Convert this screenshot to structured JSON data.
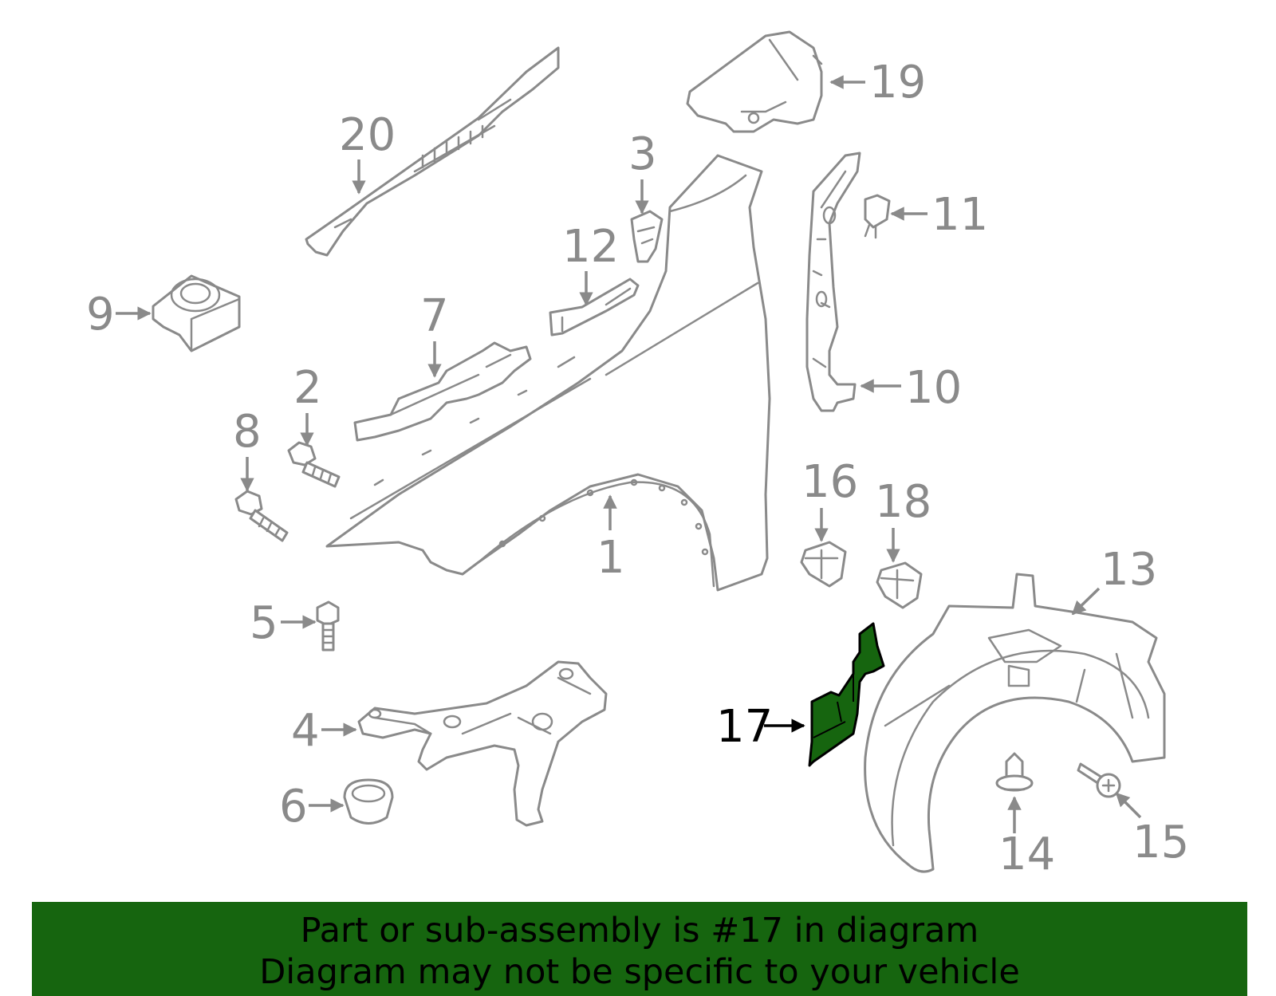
{
  "diagram": {
    "highlight_color": "#16650f",
    "line_color": "#8a8a8a",
    "highlighted_part": "17",
    "callouts": {
      "c1": "1",
      "c2": "2",
      "c3": "3",
      "c4": "4",
      "c5": "5",
      "c6": "6",
      "c7": "7",
      "c8": "8",
      "c9": "9",
      "c10": "10",
      "c11": "11",
      "c12": "12",
      "c13": "13",
      "c14": "14",
      "c15": "15",
      "c16": "16",
      "c17": "17",
      "c18": "18",
      "c19": "19",
      "c20": "20"
    }
  },
  "banner": {
    "line1": "Part or sub-assembly is #17 in diagram",
    "line2": "Diagram may not be specific to your vehicle",
    "background": "#16650f"
  }
}
